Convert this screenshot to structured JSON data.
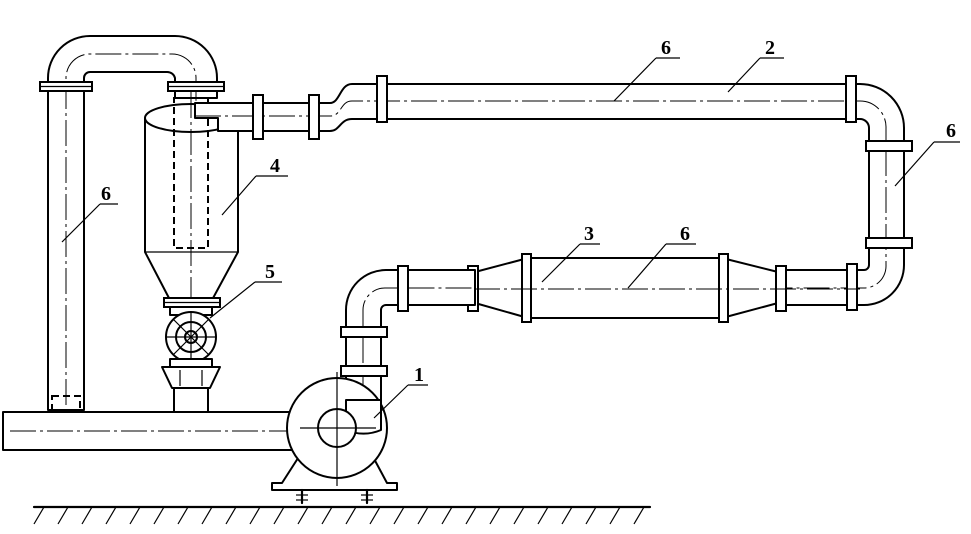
{
  "labels": {
    "fan": "1",
    "top_pipe": "2",
    "expander": "3",
    "cyclone": "4",
    "rotary_valve": "5",
    "pipe": "6"
  }
}
